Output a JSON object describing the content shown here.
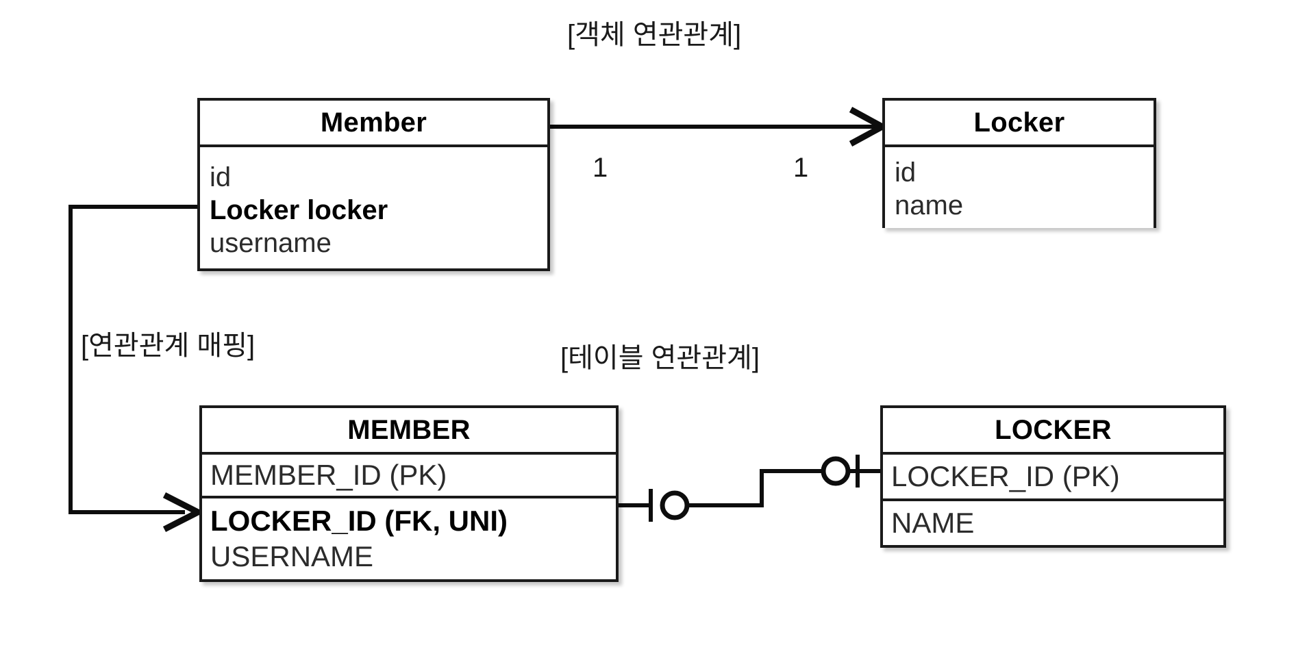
{
  "diagram": {
    "title_object_relation": "[객체 연관관계]",
    "title_table_relation": "[테이블 연관관계]",
    "title_mapping": "[연관관계 매핑]",
    "accent_color": "#000000",
    "background_color": "#ffffff"
  },
  "object_layer": {
    "member": {
      "title": "Member",
      "fields": [
        {
          "label": "id",
          "bold": false
        },
        {
          "label": "Locker locker",
          "bold": true
        },
        {
          "label": "username",
          "bold": false
        }
      ]
    },
    "locker": {
      "title": "Locker",
      "fields": [
        {
          "label": "id",
          "bold": false
        },
        {
          "label": "name",
          "bold": false
        }
      ]
    },
    "association": {
      "source_multiplicity": "1",
      "target_multiplicity": "1",
      "arrow": "open-arrow-right",
      "direction": "member-to-locker"
    }
  },
  "table_layer": {
    "member_table": {
      "title": "MEMBER",
      "compartment_1": [
        {
          "label": "MEMBER_ID (PK)",
          "bold": false
        }
      ],
      "compartment_2": [
        {
          "label": "LOCKER_ID (FK, UNI)",
          "bold": true
        },
        {
          "label": "USERNAME",
          "bold": false
        }
      ]
    },
    "locker_table": {
      "title": "LOCKER",
      "compartment_1": [
        {
          "label": "LOCKER_ID (PK)",
          "bold": false
        }
      ],
      "compartment_2": [
        {
          "label": "NAME",
          "bold": false
        }
      ]
    },
    "relationship": {
      "left_cardinality": "one-and-only-one",
      "right_cardinality": "one-and-only-one",
      "notation": "crows-foot"
    }
  },
  "mapping_link": {
    "from": "Member.Locker locker",
    "to": "MEMBER.LOCKER_ID (FK, UNI)",
    "arrow": "open-arrow-right"
  }
}
